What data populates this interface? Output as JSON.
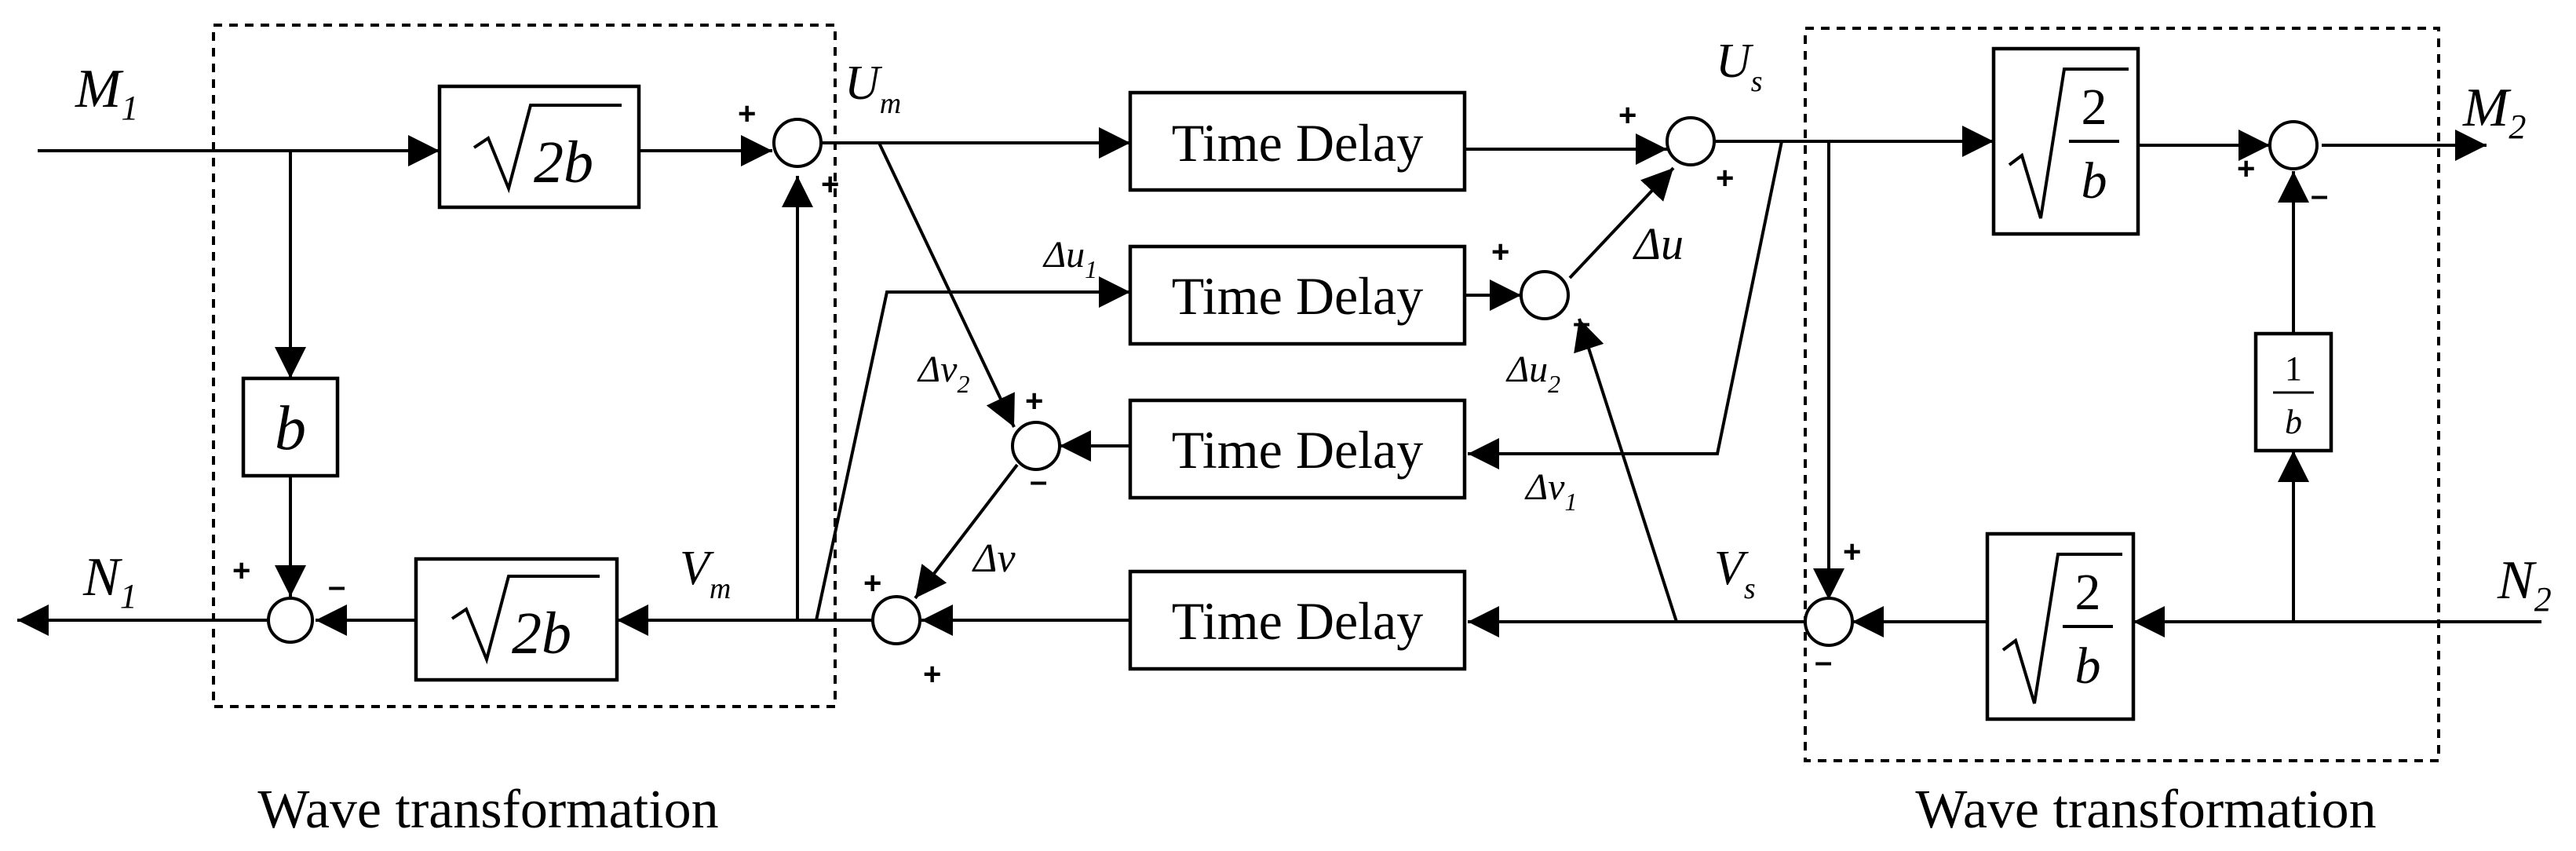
{
  "signals": {
    "m1": "M",
    "m1_sub": "1",
    "n1": "N",
    "n1_sub": "1",
    "m2": "M",
    "m2_sub": "2",
    "n2": "N",
    "n2_sub": "2",
    "um": "U",
    "um_sub": "m",
    "vm": "V",
    "vm_sub": "m",
    "us": "U",
    "us_sub": "s",
    "vs": "V",
    "vs_sub": "s",
    "du1": "Δu",
    "du1_sub": "1",
    "du2": "Δu",
    "du2_sub": "2",
    "dv1": "Δv",
    "dv1_sub": "1",
    "dv2": "Δv",
    "dv2_sub": "2",
    "du": "Δu",
    "dv": "Δv"
  },
  "blocks": {
    "time_delay": "Time Delay",
    "sqrt_2b": "2b",
    "b_gain": "b",
    "sqrt_2_over_b_num": "2",
    "sqrt_2_over_b_den": "b",
    "one_over_b_num": "1",
    "one_over_b_den": "b"
  },
  "signs": {
    "plus": "+",
    "minus": "–"
  },
  "captions": {
    "left": "Wave transformation",
    "right": "Wave transformation"
  }
}
